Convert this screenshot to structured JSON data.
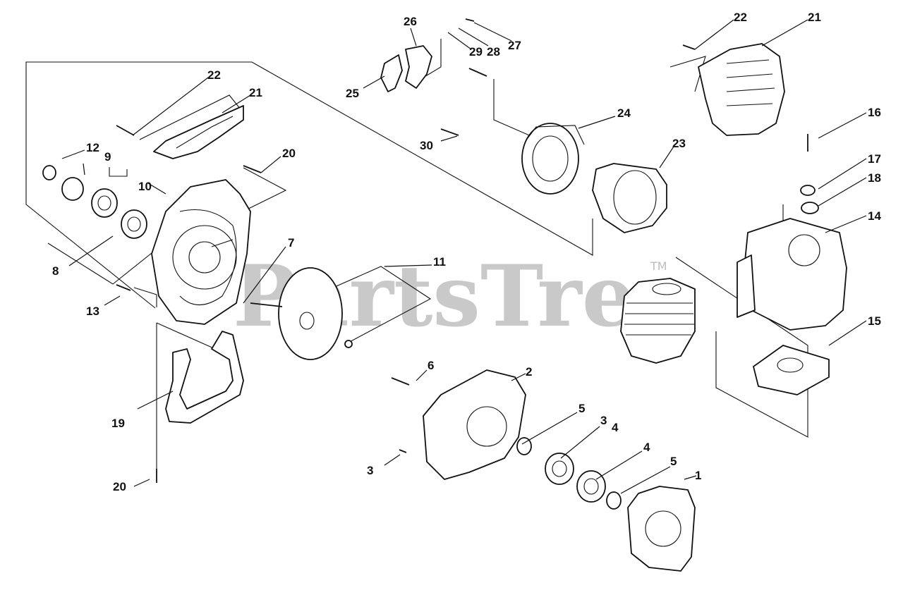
{
  "watermark": "PartsTree",
  "trademark": "TM",
  "callouts": [
    {
      "id": "c1",
      "label": "1"
    },
    {
      "id": "c2",
      "label": "2"
    },
    {
      "id": "c3a",
      "label": "3"
    },
    {
      "id": "c3b",
      "label": "3"
    },
    {
      "id": "c4a",
      "label": "4"
    },
    {
      "id": "c4b",
      "label": "4"
    },
    {
      "id": "c5a",
      "label": "5"
    },
    {
      "id": "c5b",
      "label": "5"
    },
    {
      "id": "c6",
      "label": "6"
    },
    {
      "id": "c7",
      "label": "7"
    },
    {
      "id": "c8",
      "label": "8"
    },
    {
      "id": "c9",
      "label": "9"
    },
    {
      "id": "c10",
      "label": "10"
    },
    {
      "id": "c11",
      "label": "11"
    },
    {
      "id": "c12",
      "label": "12"
    },
    {
      "id": "c13",
      "label": "13"
    },
    {
      "id": "c14",
      "label": "14"
    },
    {
      "id": "c15",
      "label": "15"
    },
    {
      "id": "c16",
      "label": "16"
    },
    {
      "id": "c17",
      "label": "17"
    },
    {
      "id": "c18",
      "label": "18"
    },
    {
      "id": "c19",
      "label": "19"
    },
    {
      "id": "c20a",
      "label": "20"
    },
    {
      "id": "c20b",
      "label": "20"
    },
    {
      "id": "c21a",
      "label": "21"
    },
    {
      "id": "c21b",
      "label": "21"
    },
    {
      "id": "c22a",
      "label": "22"
    },
    {
      "id": "c22b",
      "label": "22"
    },
    {
      "id": "c23",
      "label": "23"
    },
    {
      "id": "c24",
      "label": "24"
    },
    {
      "id": "c25",
      "label": "25"
    },
    {
      "id": "c26",
      "label": "26"
    },
    {
      "id": "c27",
      "label": "27"
    },
    {
      "id": "c28",
      "label": "28"
    },
    {
      "id": "c29",
      "label": "29"
    },
    {
      "id": "c30",
      "label": "30"
    }
  ]
}
